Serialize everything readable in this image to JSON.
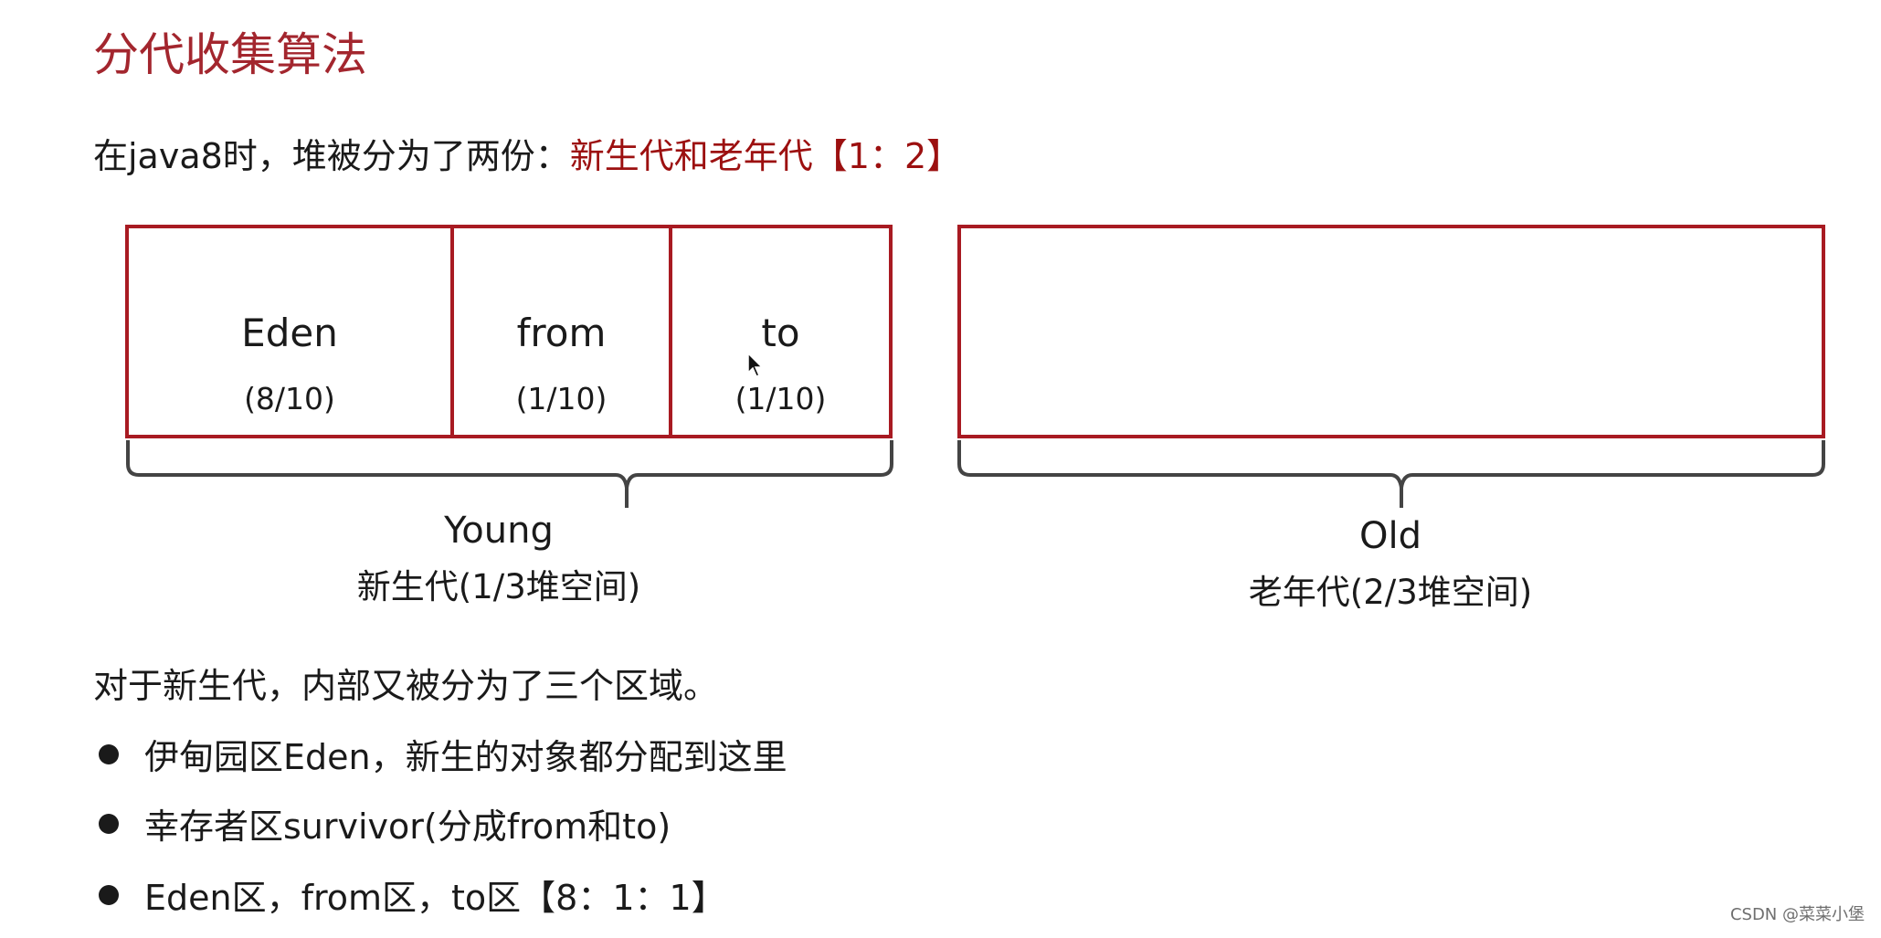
{
  "title": "分代收集算法",
  "intro": {
    "prefix": "在java8时，堆被分为了两份：",
    "highlight": "新生代和老年代【1：2】"
  },
  "young_cells": [
    {
      "name": "Eden",
      "ratio": "(8/10)"
    },
    {
      "name": "from",
      "ratio": "(1/10)"
    },
    {
      "name": "to",
      "ratio": "(1/10)"
    }
  ],
  "young_label": {
    "en": "Young",
    "zh": "新生代(1/3堆空间)"
  },
  "old_label": {
    "en": "Old",
    "zh": "老年代(2/3堆空间)"
  },
  "paragraph": "对于新生代，内部又被分为了三个区域。",
  "bullets": [
    "伊甸园区Eden，新生的对象都分配到这里",
    "幸存者区survivor(分成from和to)",
    "Eden区，from区，to区【8：1：1】"
  ],
  "watermark": "CSDN @菜菜小堡",
  "colors": {
    "title": "#a3262e",
    "box_border": "#a81a22",
    "highlight": "#9c1010"
  },
  "icons": {
    "cursor": "mouse-pointer-icon",
    "bullet": "bullet-dot-icon"
  }
}
